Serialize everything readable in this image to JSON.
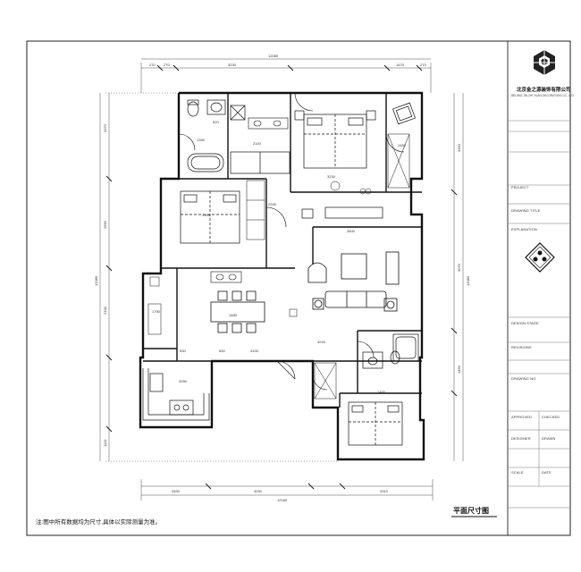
{
  "titleblock": {
    "company": "北京金之源装饰有限公司",
    "company_en": "BEIJING JIN ZHI YUAN DECORATION CO., LTD",
    "project_label": "PROJECT",
    "drawing_title_label": "DRAWING TITLE",
    "explanation_label": "EXPLANATION",
    "design_stage_label": "DESIGN STAGE",
    "revisions_label": "REVISIONS",
    "approved_label": "APPROVED",
    "checked_label": "CHECKED",
    "designer_label": "DESIGNER",
    "drawn_label": "DRAWN",
    "scale_label": "SCALE",
    "date_label": "DATE",
    "drawing_no_label": "DRAWING NO."
  },
  "plan": {
    "title": "平面尺寸图",
    "note": "注:图中所有数据均为尺寸,具体以实际测量为准。"
  },
  "dimensions": {
    "top_total": "12080",
    "top": [
      "270",
      "270",
      "3230",
      "1470",
      "270"
    ],
    "bottom_total": "12180",
    "bottom": [
      "2590",
      "4030",
      "3310"
    ],
    "left": [
      "3370",
      "2690",
      "2330",
      "1110"
    ],
    "left_total": "12080",
    "right": [
      "3350",
      "3070",
      "1450"
    ],
    "right_total": "12080",
    "interior": [
      "2100",
      "3230",
      "2300",
      "2600",
      "1480",
      "4100",
      "530",
      "830",
      "2090",
      "1400",
      "1450",
      "3240",
      "1790",
      "2330",
      "520",
      "1350"
    ]
  }
}
